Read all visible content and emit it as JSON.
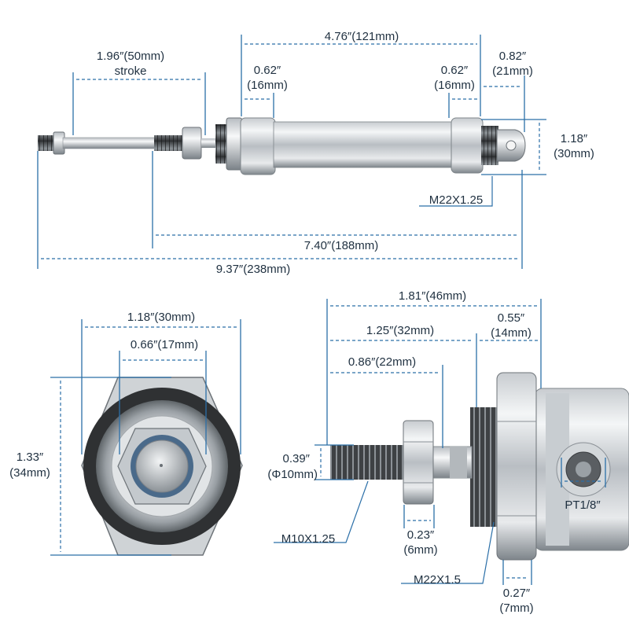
{
  "colors": {
    "dimension_line": "#2b6fa8",
    "label_text": "#1f3040",
    "metal_light": "#e9ecee",
    "metal_dark": "#8a9096"
  },
  "top_view": {
    "total_length": "4.76″(121mm)",
    "stroke_len": "1.96″(50mm)",
    "stroke_word": "stroke",
    "rod_end_a": "0.62″",
    "rod_end_b": "(16mm)",
    "cap_end_a": "0.62″",
    "cap_end_b": "(16mm)",
    "clevis_a": "0.82″",
    "clevis_b": "(21mm)",
    "bore_a": "1.18″",
    "bore_b": "(30mm)",
    "mount_thread": "M22X1.25",
    "retracted": "7.40″(188mm)",
    "extended": "9.37″(238mm)"
  },
  "front_view": {
    "across_flats": "1.18″(30mm)",
    "nut_width": "0.66″(17mm)",
    "across_corners_a": "1.33″",
    "across_corners_b": "(34mm)"
  },
  "detail_view": {
    "overall": "1.81″(46mm)",
    "boss": "1.25″(32mm)",
    "boss_end_a": "0.55″",
    "boss_end_b": "(14mm)",
    "rod_exposed": "0.86″(22mm)",
    "rod_dia_a": "0.39″",
    "rod_dia_b": "(Φ10mm)",
    "rod_thread": "M10X1.25",
    "nut_thk_a": "0.23″",
    "nut_thk_b": "(6mm)",
    "body_thread": "M22X1.5",
    "flat_a": "0.27″",
    "flat_b": "(7mm)",
    "port": "PT1/8″"
  }
}
